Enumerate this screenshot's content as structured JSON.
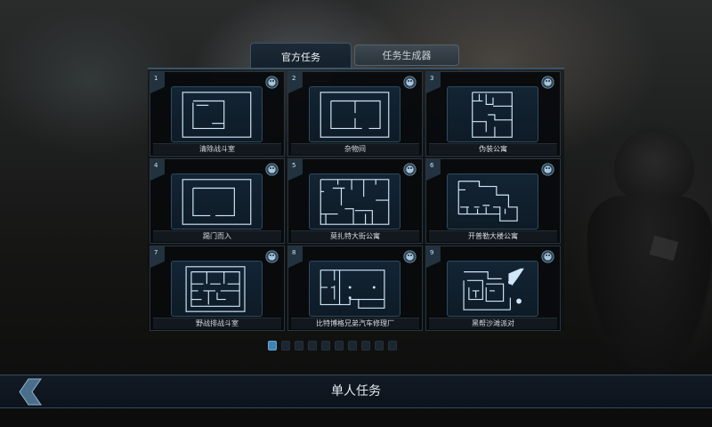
{
  "tabs": [
    {
      "label": "官方任务",
      "active": true
    },
    {
      "label": "任务生成器",
      "active": false
    }
  ],
  "missions": [
    {
      "number": "1",
      "name": "清除战斗室",
      "icon": "skull-icon"
    },
    {
      "number": "2",
      "name": "杂物间",
      "icon": "skull-icon"
    },
    {
      "number": "3",
      "name": "伪装公寓",
      "icon": "skull-icon"
    },
    {
      "number": "4",
      "name": "踢门而入",
      "icon": "skull-icon"
    },
    {
      "number": "5",
      "name": "莫扎特大街公寓",
      "icon": "skull-icon"
    },
    {
      "number": "6",
      "name": "开普勒大楼公寓",
      "icon": "skull-icon"
    },
    {
      "number": "7",
      "name": "野战排战斗室",
      "icon": "skull-icon"
    },
    {
      "number": "8",
      "name": "比特博格兄弟汽车修理厂",
      "icon": "skull-icon"
    },
    {
      "number": "9",
      "name": "黑帮沙滩派对",
      "icon": "skull-icon"
    }
  ],
  "pagination": {
    "total": 10,
    "current": 1
  },
  "bottom_bar": {
    "title": "单人任务",
    "back_icon": "chevron-left-icon"
  },
  "colors": {
    "accent": "#3d83b3",
    "panel_border": "#3b5366",
    "map_line": "#cfe7f8"
  }
}
